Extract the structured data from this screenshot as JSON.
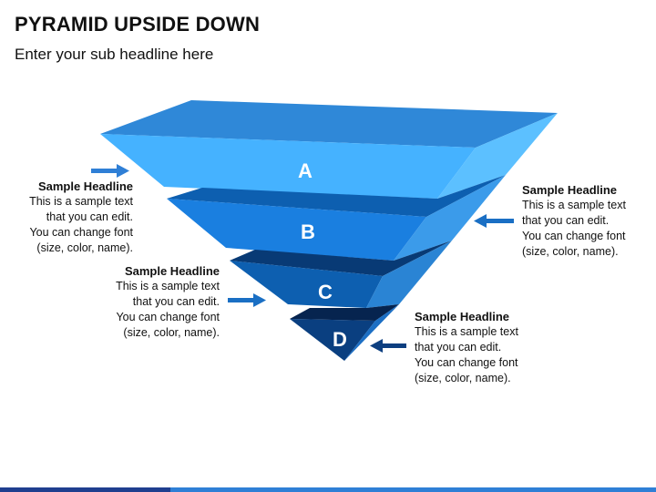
{
  "title": "PYRAMID UPSIDE DOWN",
  "subtitle": "Enter your sub headline here",
  "tiers": [
    {
      "label": "A",
      "color": "#45b2ff"
    },
    {
      "label": "B",
      "color": "#1a7fe0"
    },
    {
      "label": "C",
      "color": "#0d5fb0"
    },
    {
      "label": "D",
      "color": "#0a3f80"
    }
  ],
  "callouts": [
    {
      "headline": "Sample Headline",
      "lines": [
        "This is a sample text",
        "that you can edit.",
        "You can change font",
        "(size, color, name)."
      ]
    },
    {
      "headline": "Sample Headline",
      "lines": [
        "This is a sample text",
        "that you can edit.",
        "You can change font",
        "(size, color, name)."
      ]
    },
    {
      "headline": "Sample Headline",
      "lines": [
        "This is a sample text",
        "that you can edit.",
        "You can change font",
        "(size, color, name)."
      ]
    },
    {
      "headline": "Sample Headline",
      "lines": [
        "This is a sample text",
        "that you can edit.",
        "You can change font",
        "(size, color, name)."
      ]
    }
  ],
  "colors": {
    "arrow_light": "#2f7fd6",
    "arrow_dark": "#0d3f80",
    "footer_dark": "#1f3f8f",
    "footer_light": "#2f7fd6"
  }
}
